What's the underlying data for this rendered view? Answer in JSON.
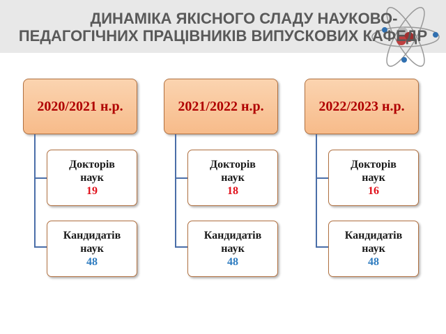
{
  "header": {
    "title_line1": "ДИНАМІКА ЯКІСНОГО СЛАДУ НАУКОВО-",
    "title_line2": "ПЕДАГОГІЧНИХ ПРАЦІВНИКІВ ВИПУСКОВИХ КАФЕДР"
  },
  "colors": {
    "doctors": "#e0101a",
    "candidates": "#2f7cc0",
    "year": "#b00000"
  },
  "years": [
    {
      "label": "2020/2021 н.р.",
      "doctors_label1": "Докторів",
      "doctors_label2": "наук",
      "doctors": "19",
      "cand_label1": "Кандидатів",
      "cand_label2": "наук",
      "candidates": "48"
    },
    {
      "label": "2021/2022 н.р.",
      "doctors_label1": "Докторів",
      "doctors_label2": "наук",
      "doctors": "18",
      "cand_label1": "Кандидатів",
      "cand_label2": "наук",
      "candidates": "48"
    },
    {
      "label": "2022/2023 н.р.",
      "doctors_label1": "Докторів",
      "doctors_label2": "наук",
      "doctors": "16",
      "cand_label1": "Кандидатів",
      "cand_label2": "наук",
      "candidates": "48"
    }
  ]
}
